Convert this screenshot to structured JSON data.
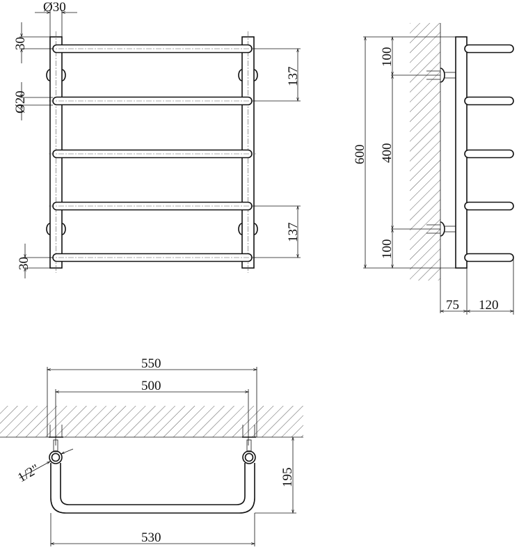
{
  "front_view": {
    "dims": {
      "tube_diameter_post": "Ø30",
      "top_offset": "30",
      "bar_diameter": "Ø20",
      "upper_spacing": "137",
      "lower_spacing": "137",
      "bottom_offset": "30"
    },
    "bar_count": 5
  },
  "side_view": {
    "dims": {
      "total_height": "600",
      "top_to_mount": "100",
      "mount_spacing": "400",
      "mount_to_bottom": "100",
      "wall_offset": "75",
      "bar_depth": "120"
    }
  },
  "top_view": {
    "dims": {
      "overall_width": "550",
      "center_distance": "500",
      "connection": "1/2\"",
      "depth": "195",
      "outer_width": "530"
    }
  },
  "colors": {
    "line": "#111111",
    "background": "#ffffff"
  }
}
